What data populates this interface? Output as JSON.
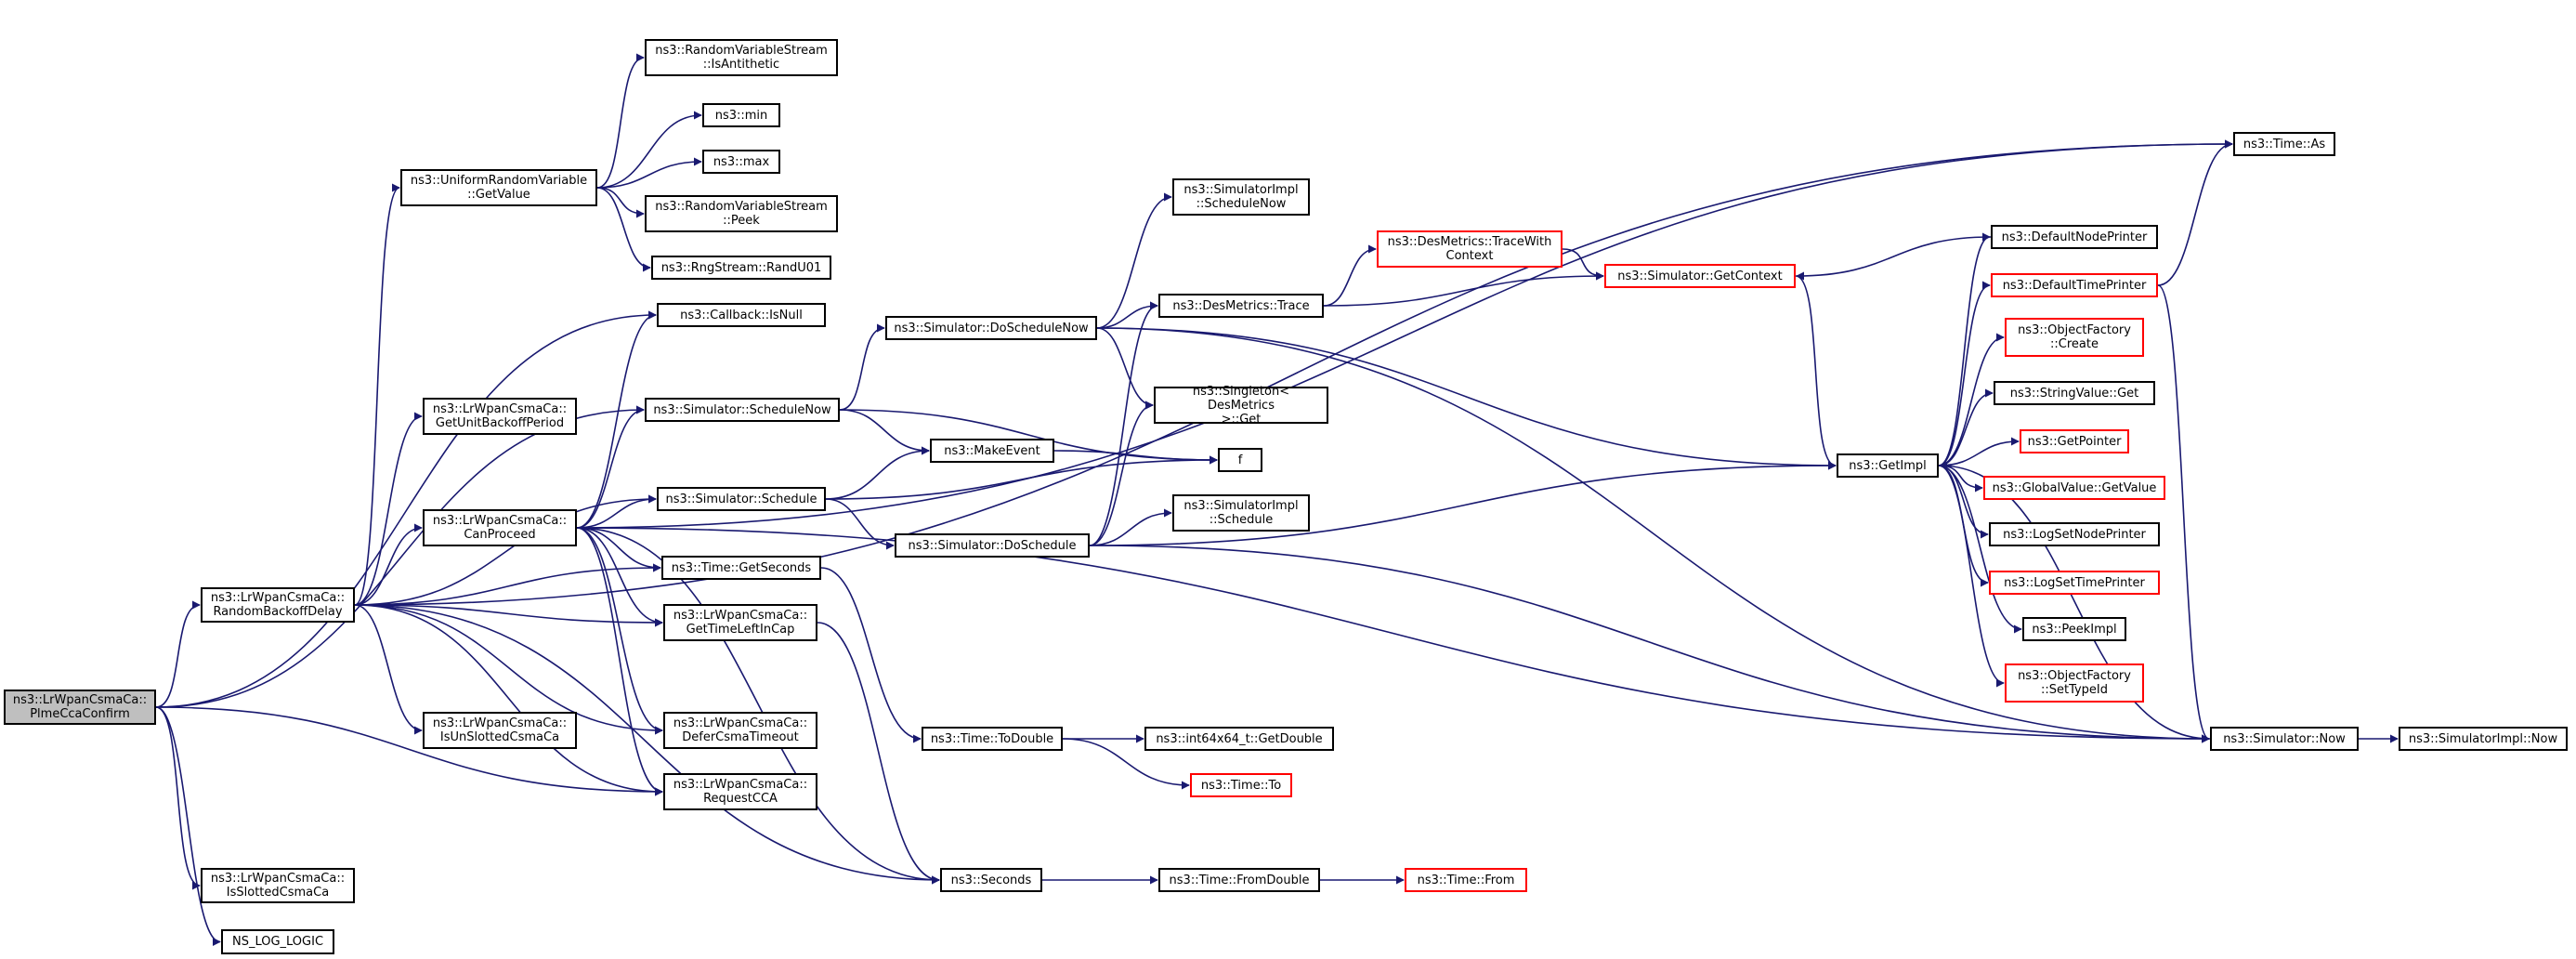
{
  "colors": {
    "edge": "#191970",
    "box_border": "#000000",
    "box_border_incomplete": "#ff0000",
    "root_fill": "#bfbfbf"
  },
  "nodes": {
    "plme": "ns3::LrWpanCsmaCa::\nPlmeCcaConfirm",
    "rbd": "ns3::LrWpanCsmaCa::\nRandomBackoffDelay",
    "isslotted": "ns3::LrWpanCsmaCa::\nIsSlottedCsmaCa",
    "nslog": "NS_LOG_LOGIC",
    "urv": "ns3::UniformRandomVariable\n::GetValue",
    "rvsanti": "ns3::RandomVariableStream\n::IsAntithetic",
    "min": "ns3::min",
    "max": "ns3::max",
    "rvspeek": "ns3::RandomVariableStream\n::Peek",
    "rngrand": "ns3::RngStream::RandU01",
    "cbisnull": "ns3::Callback::IsNull",
    "getunit": "ns3::LrWpanCsmaCa::\nGetUnitBackoffPeriod",
    "schednow": "ns3::Simulator::ScheduleNow",
    "canproceed": "ns3::LrWpanCsmaCa::\nCanProceed",
    "sched": "ns3::Simulator::Schedule",
    "getseconds": "ns3::Time::GetSeconds",
    "gettimeleft": "ns3::LrWpanCsmaCa::\nGetTimeLeftInCap",
    "isunslotted": "ns3::LrWpanCsmaCa::\nIsUnSlottedCsmaCa",
    "defercsma": "ns3::LrWpanCsmaCa::\nDeferCsmaTimeout",
    "requestcca": "ns3::LrWpanCsmaCa::\nRequestCCA",
    "doschednow": "ns3::Simulator::DoScheduleNow",
    "simimplschednow": "ns3::SimulatorImpl\n::ScheduleNow",
    "makeevent": "ns3::MakeEvent",
    "f": "f",
    "dosched": "ns3::Simulator::DoSchedule",
    "simimplsched": "ns3::SimulatorImpl\n::Schedule",
    "desmtrace": "ns3::DesMetrics::Trace",
    "singleton": "ns3::Singleton< DesMetrics\n >::Get",
    "desmtracectx": "ns3::DesMetrics::TraceWith\nContext",
    "getctx": "ns3::Simulator::GetContext",
    "todouble": "ns3::Time::ToDouble",
    "int64getdouble": "ns3::int64x64_t::GetDouble",
    "timeto": "ns3::Time::To",
    "seconds": "ns3::Seconds",
    "fromdouble": "ns3::Time::FromDouble",
    "timefrom": "ns3::Time::From",
    "timeas": "ns3::Time::As",
    "getimpl": "ns3::GetImpl",
    "defnodeprinter": "ns3::DefaultNodePrinter",
    "deftimeprinter": "ns3::DefaultTimePrinter",
    "objfactcreate": "ns3::ObjectFactory\n::Create",
    "stringvalueget": "ns3::StringValue::Get",
    "getpointer": "ns3::GetPointer",
    "globalvalueget": "ns3::GlobalValue::GetValue",
    "logsetnode": "ns3::LogSetNodePrinter",
    "logsettime": "ns3::LogSetTimePrinter",
    "peekimpl": "ns3::PeekImpl",
    "objfactsettype": "ns3::ObjectFactory\n::SetTypeId",
    "simnow": "ns3::Simulator::Now",
    "simimplnow": "ns3::SimulatorImpl::Now"
  },
  "incomplete_nodes": [
    "desmtracectx",
    "getctx",
    "timeto",
    "timefrom",
    "deftimeprinter",
    "objfactcreate",
    "getpointer",
    "globalvalueget",
    "logsettime",
    "objfactsettype"
  ],
  "edges": [
    [
      "plme",
      "rbd"
    ],
    [
      "plme",
      "isslotted"
    ],
    [
      "plme",
      "nslog"
    ],
    [
      "plme",
      "cbisnull"
    ],
    [
      "plme",
      "schednow"
    ],
    [
      "plme",
      "requestcca"
    ],
    [
      "rbd",
      "urv"
    ],
    [
      "rbd",
      "getunit"
    ],
    [
      "rbd",
      "canproceed"
    ],
    [
      "rbd",
      "sched"
    ],
    [
      "rbd",
      "getseconds"
    ],
    [
      "rbd",
      "gettimeleft"
    ],
    [
      "rbd",
      "isunslotted"
    ],
    [
      "rbd",
      "defercsma"
    ],
    [
      "rbd",
      "requestcca"
    ],
    [
      "rbd",
      "seconds"
    ],
    [
      "rbd",
      "timeas"
    ],
    [
      "urv",
      "rvsanti"
    ],
    [
      "urv",
      "min"
    ],
    [
      "urv",
      "max"
    ],
    [
      "urv",
      "rvspeek"
    ],
    [
      "urv",
      "rngrand"
    ],
    [
      "canproceed",
      "cbisnull"
    ],
    [
      "canproceed",
      "schednow"
    ],
    [
      "canproceed",
      "sched"
    ],
    [
      "canproceed",
      "getseconds"
    ],
    [
      "canproceed",
      "gettimeleft"
    ],
    [
      "canproceed",
      "defercsma"
    ],
    [
      "canproceed",
      "requestcca"
    ],
    [
      "canproceed",
      "seconds"
    ],
    [
      "canproceed",
      "timeas"
    ],
    [
      "canproceed",
      "simnow"
    ],
    [
      "schednow",
      "doschednow"
    ],
    [
      "schednow",
      "makeevent"
    ],
    [
      "schednow",
      "f"
    ],
    [
      "sched",
      "makeevent"
    ],
    [
      "sched",
      "dosched"
    ],
    [
      "sched",
      "f"
    ],
    [
      "makeevent",
      "f"
    ],
    [
      "doschednow",
      "simimplschednow"
    ],
    [
      "doschednow",
      "desmtrace"
    ],
    [
      "doschednow",
      "singleton"
    ],
    [
      "doschednow",
      "getimpl"
    ],
    [
      "doschednow",
      "simnow"
    ],
    [
      "dosched",
      "simimplsched"
    ],
    [
      "dosched",
      "desmtrace"
    ],
    [
      "dosched",
      "singleton"
    ],
    [
      "dosched",
      "getimpl"
    ],
    [
      "dosched",
      "simnow"
    ],
    [
      "desmtrace",
      "desmtracectx"
    ],
    [
      "desmtrace",
      "getctx"
    ],
    [
      "desmtracectx",
      "getctx"
    ],
    [
      "getctx",
      "getimpl"
    ],
    [
      "defnodeprinter",
      "getctx"
    ],
    [
      "getseconds",
      "todouble"
    ],
    [
      "todouble",
      "int64getdouble"
    ],
    [
      "todouble",
      "timeto"
    ],
    [
      "gettimeleft",
      "seconds"
    ],
    [
      "seconds",
      "fromdouble"
    ],
    [
      "fromdouble",
      "timefrom"
    ],
    [
      "getimpl",
      "defnodeprinter"
    ],
    [
      "getimpl",
      "deftimeprinter"
    ],
    [
      "getimpl",
      "objfactcreate"
    ],
    [
      "getimpl",
      "stringvalueget"
    ],
    [
      "getimpl",
      "getpointer"
    ],
    [
      "getimpl",
      "globalvalueget"
    ],
    [
      "getimpl",
      "logsetnode"
    ],
    [
      "getimpl",
      "logsettime"
    ],
    [
      "getimpl",
      "peekimpl"
    ],
    [
      "getimpl",
      "objfactsettype"
    ],
    [
      "deftimeprinter",
      "timeas"
    ],
    [
      "deftimeprinter",
      "simnow"
    ],
    [
      "simnow",
      "getimpl"
    ],
    [
      "simnow",
      "simimplnow"
    ]
  ]
}
